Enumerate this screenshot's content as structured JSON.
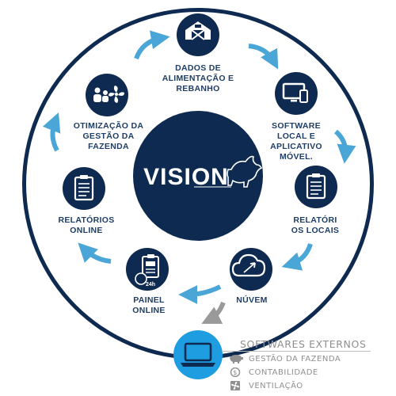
{
  "center": {
    "logo_text": "VISION"
  },
  "nodes": [
    {
      "id": "dados",
      "icon": "barn-icon",
      "label": "DADOS DE\nALIMENTAÇÃO E\nREBANHO"
    },
    {
      "id": "software",
      "icon": "monitor-phone-icon",
      "label": "SOFTWARE\nLOCAL E\nAPLICATIVO\nMÓVEL."
    },
    {
      "id": "relatorios-locais",
      "icon": "clipboard-icon",
      "label": "RELATÓRI\nOS LOCAIS"
    },
    {
      "id": "nuvem",
      "icon": "cloud-icon",
      "label": "NÚVEM"
    },
    {
      "id": "painel",
      "icon": "clipboard-24h-icon",
      "label": "PAINEL\nONLINE"
    },
    {
      "id": "relatorios-online",
      "icon": "clipboard-icon",
      "label": "RELATÓRIOS\nONLINE"
    },
    {
      "id": "otimizacao",
      "icon": "people-fan-icon",
      "label": "OTIMIZAÇÃO DA\nGESTÃO DA\nFAZENDA"
    }
  ],
  "external": {
    "icon": "laptop-icon",
    "title": "SOFTWARES EXTERNOS",
    "items": [
      {
        "icon": "pig-icon",
        "label": "GESTÃO DA FAZENDA"
      },
      {
        "icon": "coin-icon",
        "label": "CONTABILIDADE"
      },
      {
        "icon": "fan-icon",
        "label": "VENTILAÇÃO"
      }
    ]
  },
  "colors": {
    "navy": "#0e2a50",
    "label_navy": "#1f3e64",
    "arrow_blue": "#4aa6d6",
    "external_blue": "#1e9ee0",
    "gray": "#8f8f8f"
  }
}
